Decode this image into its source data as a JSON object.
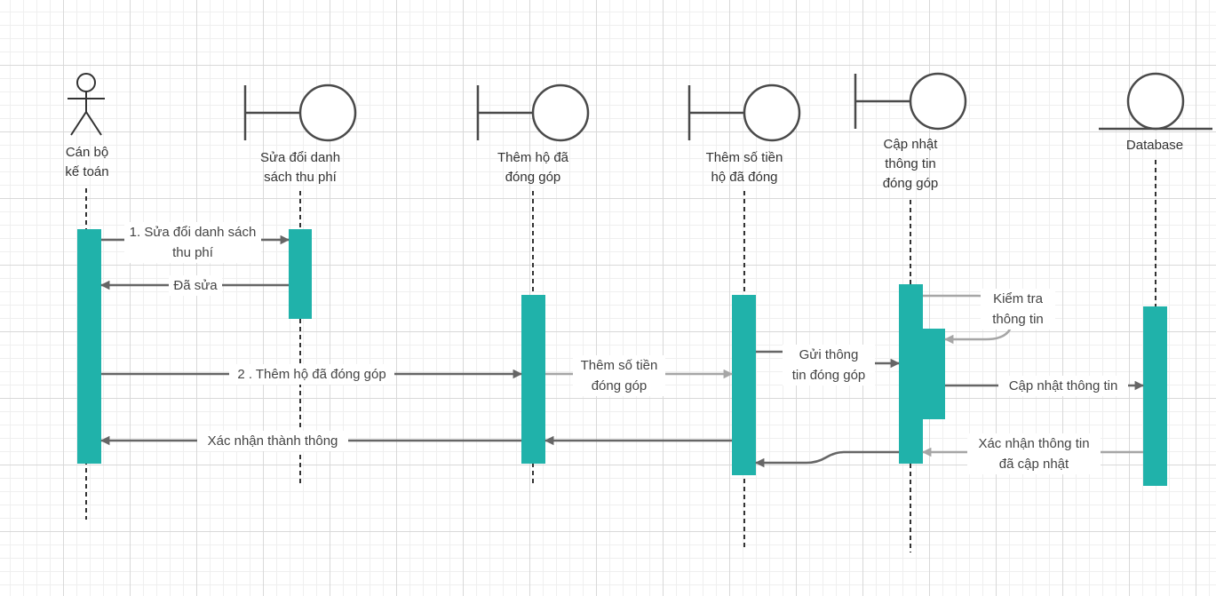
{
  "participants": {
    "actor": {
      "line1": "Cán bộ",
      "line2": "kế toán"
    },
    "sua_doi": {
      "line1": "Sửa đổi danh",
      "line2": "sách thu phí"
    },
    "them_ho": {
      "line1": "Thêm hộ đã",
      "line2": "đóng góp"
    },
    "them_so_tien": {
      "line1": "Thêm số tiền",
      "line2": "hộ đã đóng"
    },
    "cap_nhat": {
      "line1": "Cập nhật",
      "line2": "thông tin",
      "line3": "đóng góp"
    },
    "database": {
      "line1": "Database"
    }
  },
  "messages": {
    "m1": {
      "line1": "1. Sửa đổi danh sách",
      "line2": "thu phí"
    },
    "m2": {
      "line1": "Đã sửa"
    },
    "m3": {
      "line1": "2 . Thêm hộ đã đóng góp"
    },
    "m4": {
      "line1": "Thêm số tiền",
      "line2": "đóng góp"
    },
    "m5": {
      "line1": "Gửi thông",
      "line2": "tin đóng góp"
    },
    "m6": {
      "line1": "Kiểm tra",
      "line2": "thông tin"
    },
    "m7": {
      "line1": "Cập nhật thông tin"
    },
    "m8": {
      "line1": "Xác nhận thành thông"
    },
    "m9": {
      "line1": "Xác nhận thông tin",
      "line2": "đã cập nhật"
    }
  },
  "colors": {
    "activation": "#20b2aa",
    "line_dark": "#4a4a4a",
    "arrow_dark": "#666666",
    "arrow_light": "#a6a6a6",
    "grid": "#d9d9d9"
  }
}
